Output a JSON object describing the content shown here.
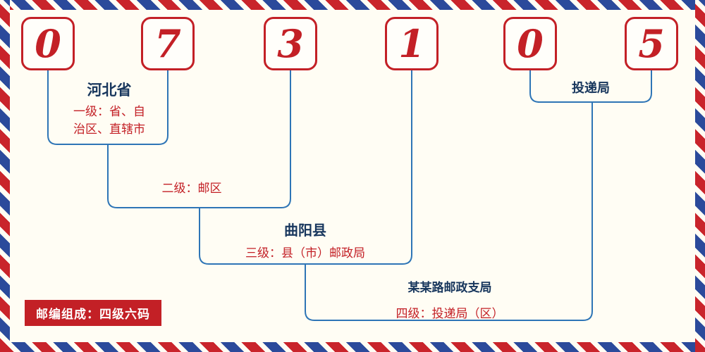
{
  "code": {
    "digits": [
      "0",
      "7",
      "3",
      "1",
      "0",
      "5"
    ]
  },
  "annotations": {
    "level1": {
      "region": "河北省",
      "desc_line1": "一级：省、自",
      "desc_line2": "治区、直辖市"
    },
    "level2": {
      "desc": "二级：邮区"
    },
    "level3": {
      "region": "曲阳县",
      "desc": "三级：县（市）邮政局"
    },
    "level4": {
      "region": "某某路邮政支局",
      "desc": "四级：投递局（区）"
    },
    "delivery": {
      "label": "投递局"
    }
  },
  "footer": {
    "badge": "邮编组成：四级六码"
  },
  "colors": {
    "digit_red": "#c32026",
    "line_blue": "#2e75b6",
    "label_navy": "#17365d",
    "stripe_red": "#c9242b",
    "stripe_blue": "#2b4a9b",
    "background": "#fffdf4"
  }
}
